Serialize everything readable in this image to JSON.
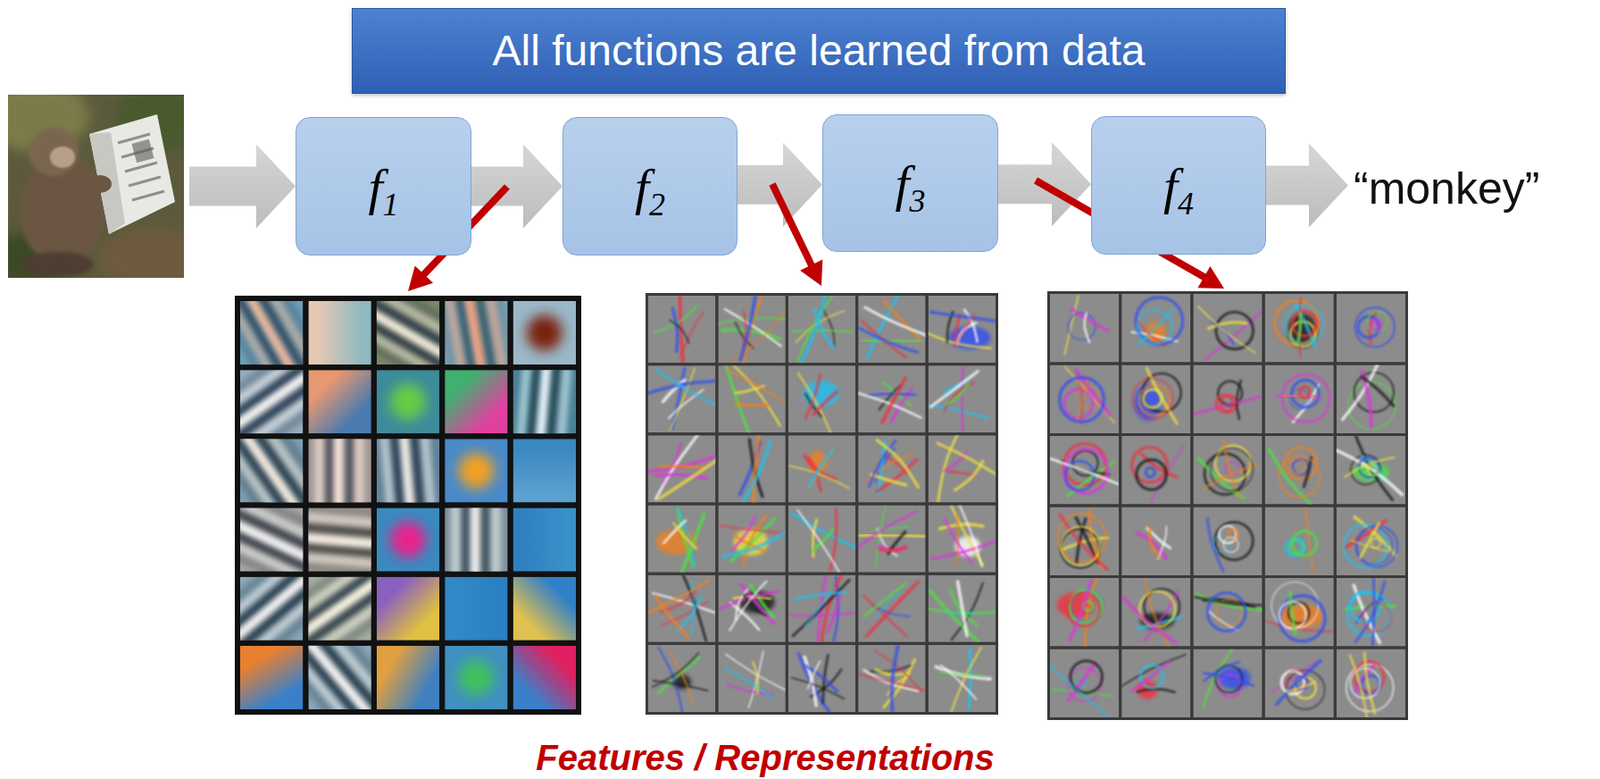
{
  "diagram": {
    "title": "All functions are learned from data",
    "caption": "Features / Representations",
    "nodes": [
      {
        "text": [
          "f1"
        ]
      },
      {
        "text": [
          "f2"
        ]
      },
      {
        "text": [
          "f3"
        ]
      },
      {
        "text": [
          "f4"
        ]
      }
    ],
    "edges": [
      {
        "from": 0,
        "to": 1,
        "arrow": "to"
      },
      {
        "from": 1,
        "to": 2,
        "arrow": "to"
      },
      {
        "from": 2,
        "to": 3,
        "arrow": "to"
      }
    ],
    "labels": [
      "“monkey”"
    ]
  }
}
